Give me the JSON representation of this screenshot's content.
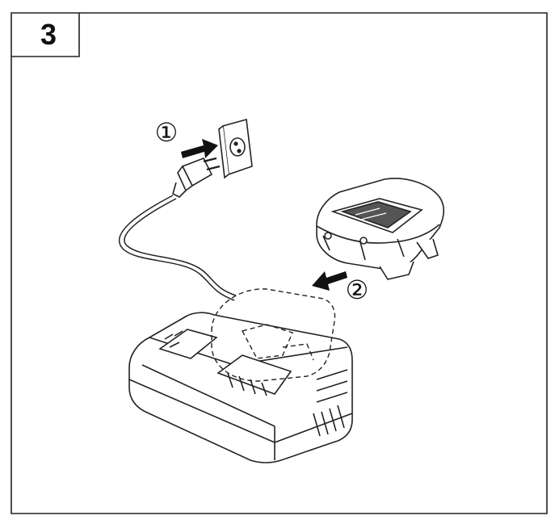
{
  "step": {
    "number": "3"
  },
  "callouts": [
    {
      "label": "①"
    },
    {
      "label": "②"
    }
  ],
  "icons": {
    "outlet": "wall-outlet-icon",
    "plug": "power-plug-icon",
    "charger": "battery-charger-icon",
    "battery": "battery-pack-icon",
    "arrow_plug": "arrow-right-icon",
    "arrow_battery": "arrow-down-left-icon"
  }
}
